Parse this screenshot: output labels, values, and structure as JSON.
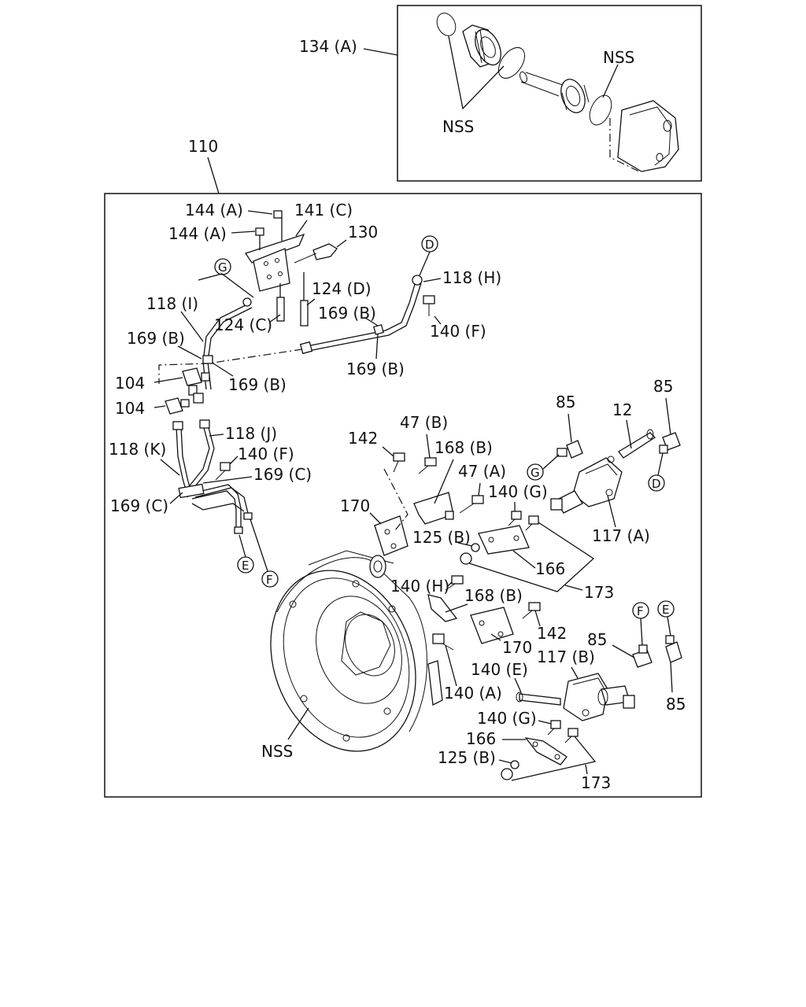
{
  "labels": {
    "l134a": "134 (A)",
    "nss_top1": "NSS",
    "nss_top2": "NSS",
    "l110": "110",
    "l144a_1": "144 (A)",
    "l144a_2": "144 (A)",
    "l141c": "141 (C)",
    "l130": "130",
    "l124d": "124 (D)",
    "l124c": "124 (C)",
    "l118i": "118 (I)",
    "l118h": "118 (H)",
    "l169b_1": "169 (B)",
    "l169b_2": "169 (B)",
    "l169b_3": "169 (B)",
    "l169b_4": "169 (B)",
    "l140f_1": "140 (F)",
    "l104_1": "104",
    "l104_2": "104",
    "l118j": "118 (J)",
    "l118k": "118 (K)",
    "l140f_2": "140 (F)",
    "l169c_1": "169 (C)",
    "l169c_2": "169 (C)",
    "l142_1": "142",
    "l47b": "47 (B)",
    "l168b_1": "168 (B)",
    "l47a": "47 (A)",
    "l85_1": "85",
    "l12": "12",
    "l85_2": "85",
    "l170_1": "170",
    "l140g_1": "140 (G)",
    "l125b_1": "125 (B)",
    "l117a": "117 (A)",
    "l166_1": "166",
    "l140h": "140 (H)",
    "l173_1": "173",
    "l168b_2": "168 (B)",
    "l142_2": "142",
    "l170_2": "170",
    "l85_3": "85",
    "l117b": "117 (B)",
    "l140e": "140 (E)",
    "l140a": "140 (A)",
    "l85_4": "85",
    "nss_bottom": "NSS",
    "l140g_2": "140 (G)",
    "l166_2": "166",
    "l125b_2": "125 (B)",
    "l173_2": "173"
  },
  "callouts": {
    "g": "G",
    "d_top": "D",
    "d_right": "D",
    "g_mid": "G",
    "e_left": "E",
    "f_left": "F",
    "f_right": "F",
    "e_right": "E"
  }
}
